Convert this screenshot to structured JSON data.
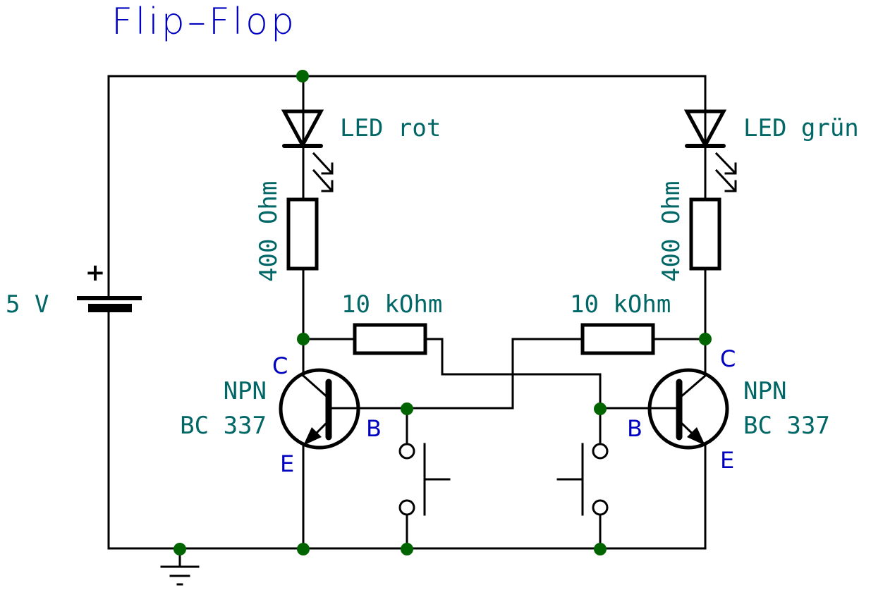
{
  "title": "Flip–Flop",
  "battery": {
    "label": "5 V",
    "plus": "+",
    "minus": "-"
  },
  "leds": [
    {
      "label": "LED rot"
    },
    {
      "label": "LED grün"
    }
  ],
  "resistors_collector": [
    {
      "label": "400 Ohm"
    },
    {
      "label": "400 Ohm"
    }
  ],
  "resistors_cross": [
    {
      "label": "10 kOhm"
    },
    {
      "label": "10 kOhm"
    }
  ],
  "transistors": [
    {
      "type": "NPN",
      "model": "BC 337",
      "pin_c": "C",
      "pin_b": "B",
      "pin_e": "E"
    },
    {
      "type": "NPN",
      "model": "BC 337",
      "pin_c": "C",
      "pin_b": "B",
      "pin_e": "E"
    }
  ],
  "colors": {
    "title": "#0000c0",
    "component_label": "#006666",
    "pin_label": "#0000c0",
    "junction": "#006400",
    "wire": "#000000"
  }
}
